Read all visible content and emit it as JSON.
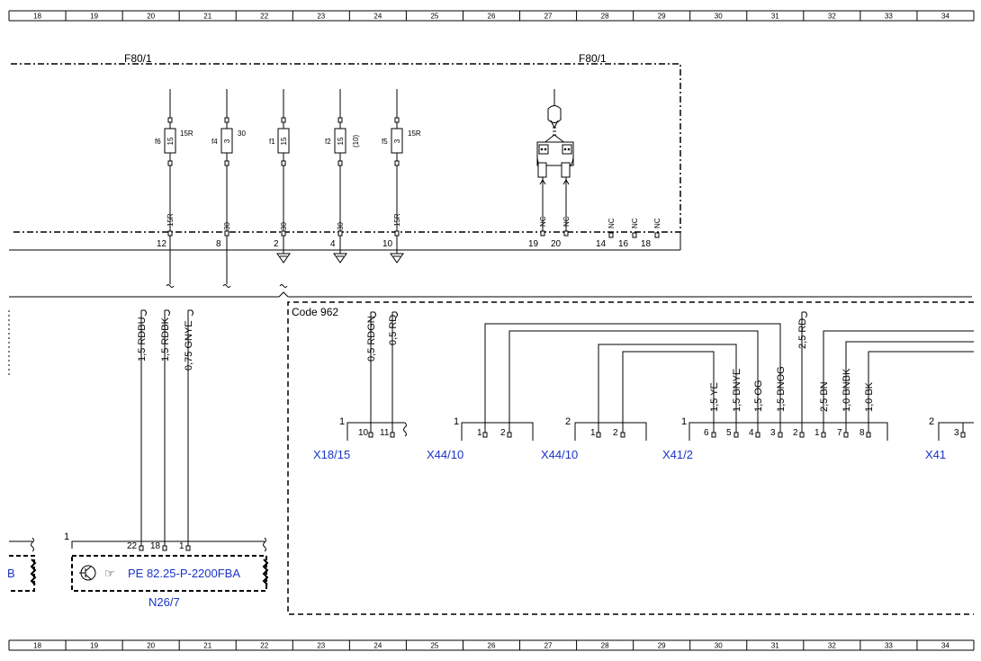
{
  "grid": {
    "columns": [
      "18",
      "19",
      "20",
      "21",
      "22",
      "23",
      "24",
      "25",
      "26",
      "27",
      "28",
      "29",
      "30",
      "31",
      "32",
      "33",
      "34"
    ]
  },
  "colors": {
    "line": "#000000",
    "label_blue": "#1a33c8",
    "background": "#ffffff"
  },
  "fuse_box": {
    "label_left": "F80/1",
    "label_right": "F80/1",
    "fuses": [
      {
        "id": "f6",
        "value": "15",
        "rating": "15R",
        "wire": "15R",
        "pin": "12"
      },
      {
        "id": "f4",
        "value": "3",
        "rating": "30",
        "wire": "30",
        "pin": "8"
      },
      {
        "id": "f1",
        "value": "15",
        "rating": "",
        "wire": "30",
        "pin": "2"
      },
      {
        "id": "f2",
        "value": "15",
        "rating": "(10)",
        "wire": "30",
        "pin": "4"
      },
      {
        "id": "f5",
        "value": "3",
        "rating": "15R",
        "wire": "15R",
        "pin": "10"
      }
    ],
    "relay_pins": [
      {
        "wire": "NC",
        "pin": "19"
      },
      {
        "wire": "NC",
        "pin": "20"
      }
    ],
    "nc_pins": [
      {
        "wire": "NC",
        "pin": "14"
      },
      {
        "wire": "NC",
        "pin": "16"
      },
      {
        "wire": "NC",
        "pin": "18"
      }
    ]
  },
  "code_box": {
    "label": "Code 962"
  },
  "wires_left": [
    "1,5 RDBU",
    "1,5 RDBK",
    "0,75 GNYE"
  ],
  "wires_x18": [
    "0,5 RDGN",
    "0,5 RD"
  ],
  "wires_x41": [
    "1,5 YE",
    "1,5 BNYE",
    "1,5 OG",
    "1,5 BNOG"
  ],
  "wires_x41b": [
    "2,5 RD",
    "2,5 BN",
    "1,0 BNBK",
    "1,0 BK"
  ],
  "connectors": [
    {
      "id": "X18/15",
      "number": "1",
      "pins": [
        "10",
        "11"
      ]
    },
    {
      "id": "X44/10",
      "number": "1",
      "pins": [
        "1",
        "2"
      ]
    },
    {
      "id": "X44/10",
      "number": "2",
      "pins": [
        "1",
        "2"
      ]
    },
    {
      "id": "X41/2",
      "number": "1",
      "pins": [
        "6",
        "5",
        "4",
        "3",
        "2",
        "1",
        "7",
        "8"
      ]
    },
    {
      "id": "X41",
      "number": "2",
      "pins": [
        "3"
      ]
    }
  ],
  "module": {
    "id": "N26/7",
    "number": "1",
    "pins": [
      "22",
      "18",
      "1"
    ],
    "reference": "PE 82.25-P-2200FBA",
    "left_partial": "B"
  }
}
